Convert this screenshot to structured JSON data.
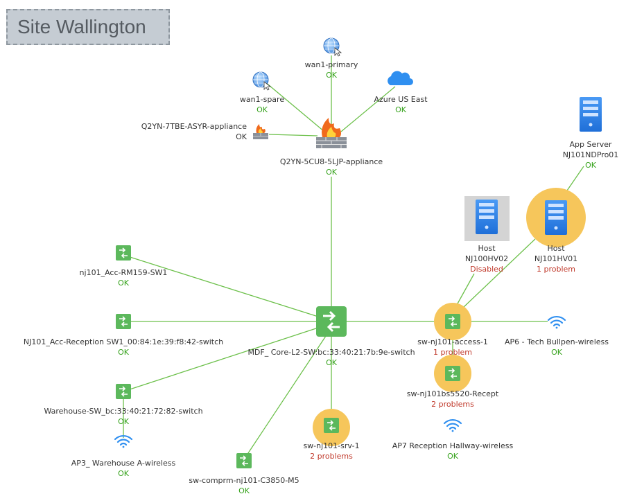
{
  "title": "Site Wallington",
  "nodes": {
    "wan1_primary": {
      "name": "wan1-primary",
      "status": "OK",
      "icon": "globe-icon"
    },
    "wan1_spare": {
      "name": "wan1-spare",
      "status": "OK",
      "icon": "globe-icon"
    },
    "azure": {
      "name": "Azure US East",
      "status": "OK",
      "icon": "cloud-icon"
    },
    "asyr": {
      "name": "Q2YN-7TBE-ASYR-appliance",
      "status": "OK",
      "icon": "firewall-icon"
    },
    "ljp": {
      "name": "Q2YN-5CU8-5LJP-appliance",
      "status": "OK",
      "icon": "firewall-icon"
    },
    "app_server": {
      "name": "App Server",
      "name2": "NJ101NDPro01",
      "status": "OK",
      "icon": "server-icon"
    },
    "hv02": {
      "name": "Host",
      "name2": "NJ100HV02",
      "status": "Disabled",
      "icon": "server-icon"
    },
    "hv01": {
      "name": "Host",
      "name2": "NJ101HV01",
      "status": "1 problem",
      "icon": "server-icon"
    },
    "rm159": {
      "name": "nj101_Acc-RM159-SW1",
      "status": "OK",
      "icon": "switch-icon"
    },
    "reception_sw": {
      "name": "NJ101_Acc-Reception SW1_00:84:1e:39:f8:42-switch",
      "status": "OK",
      "icon": "switch-icon"
    },
    "core": {
      "name": "MDF_ Core-L2-SW:bc:33:40:21:7b:9e-switch",
      "status": "OK",
      "icon": "switch-icon"
    },
    "access1": {
      "name": "sw-nj101-access-1",
      "status": "1 problem",
      "icon": "switch-icon"
    },
    "ap6": {
      "name": "AP6 - Tech Bullpen-wireless",
      "status": "OK",
      "icon": "wifi-icon"
    },
    "warehouse_sw": {
      "name": "Warehouse-SW_bc:33:40:21:72:82-switch",
      "status": "OK",
      "icon": "switch-icon"
    },
    "recept5520": {
      "name": "sw-nj101bs5520-Recept",
      "status": "2 problems",
      "icon": "switch-icon"
    },
    "srv1": {
      "name": "sw-nj101-srv-1",
      "status": "2 problems",
      "icon": "switch-icon"
    },
    "ap3": {
      "name": "AP3_ Warehouse A-wireless",
      "status": "OK",
      "icon": "wifi-icon"
    },
    "ap7": {
      "name": "AP7 Reception Hallway-wireless",
      "status": "OK",
      "icon": "wifi-icon"
    },
    "c3850": {
      "name": "sw-comprm-nj101-C3850-M5",
      "status": "OK",
      "icon": "switch-icon"
    }
  },
  "colors": {
    "link": "#6cc04a",
    "ok": "#35a21b",
    "problem": "#c0392b",
    "switch": "#5cb85c",
    "warning_halo": "#f6c65b",
    "server": "#2f80ed"
  }
}
